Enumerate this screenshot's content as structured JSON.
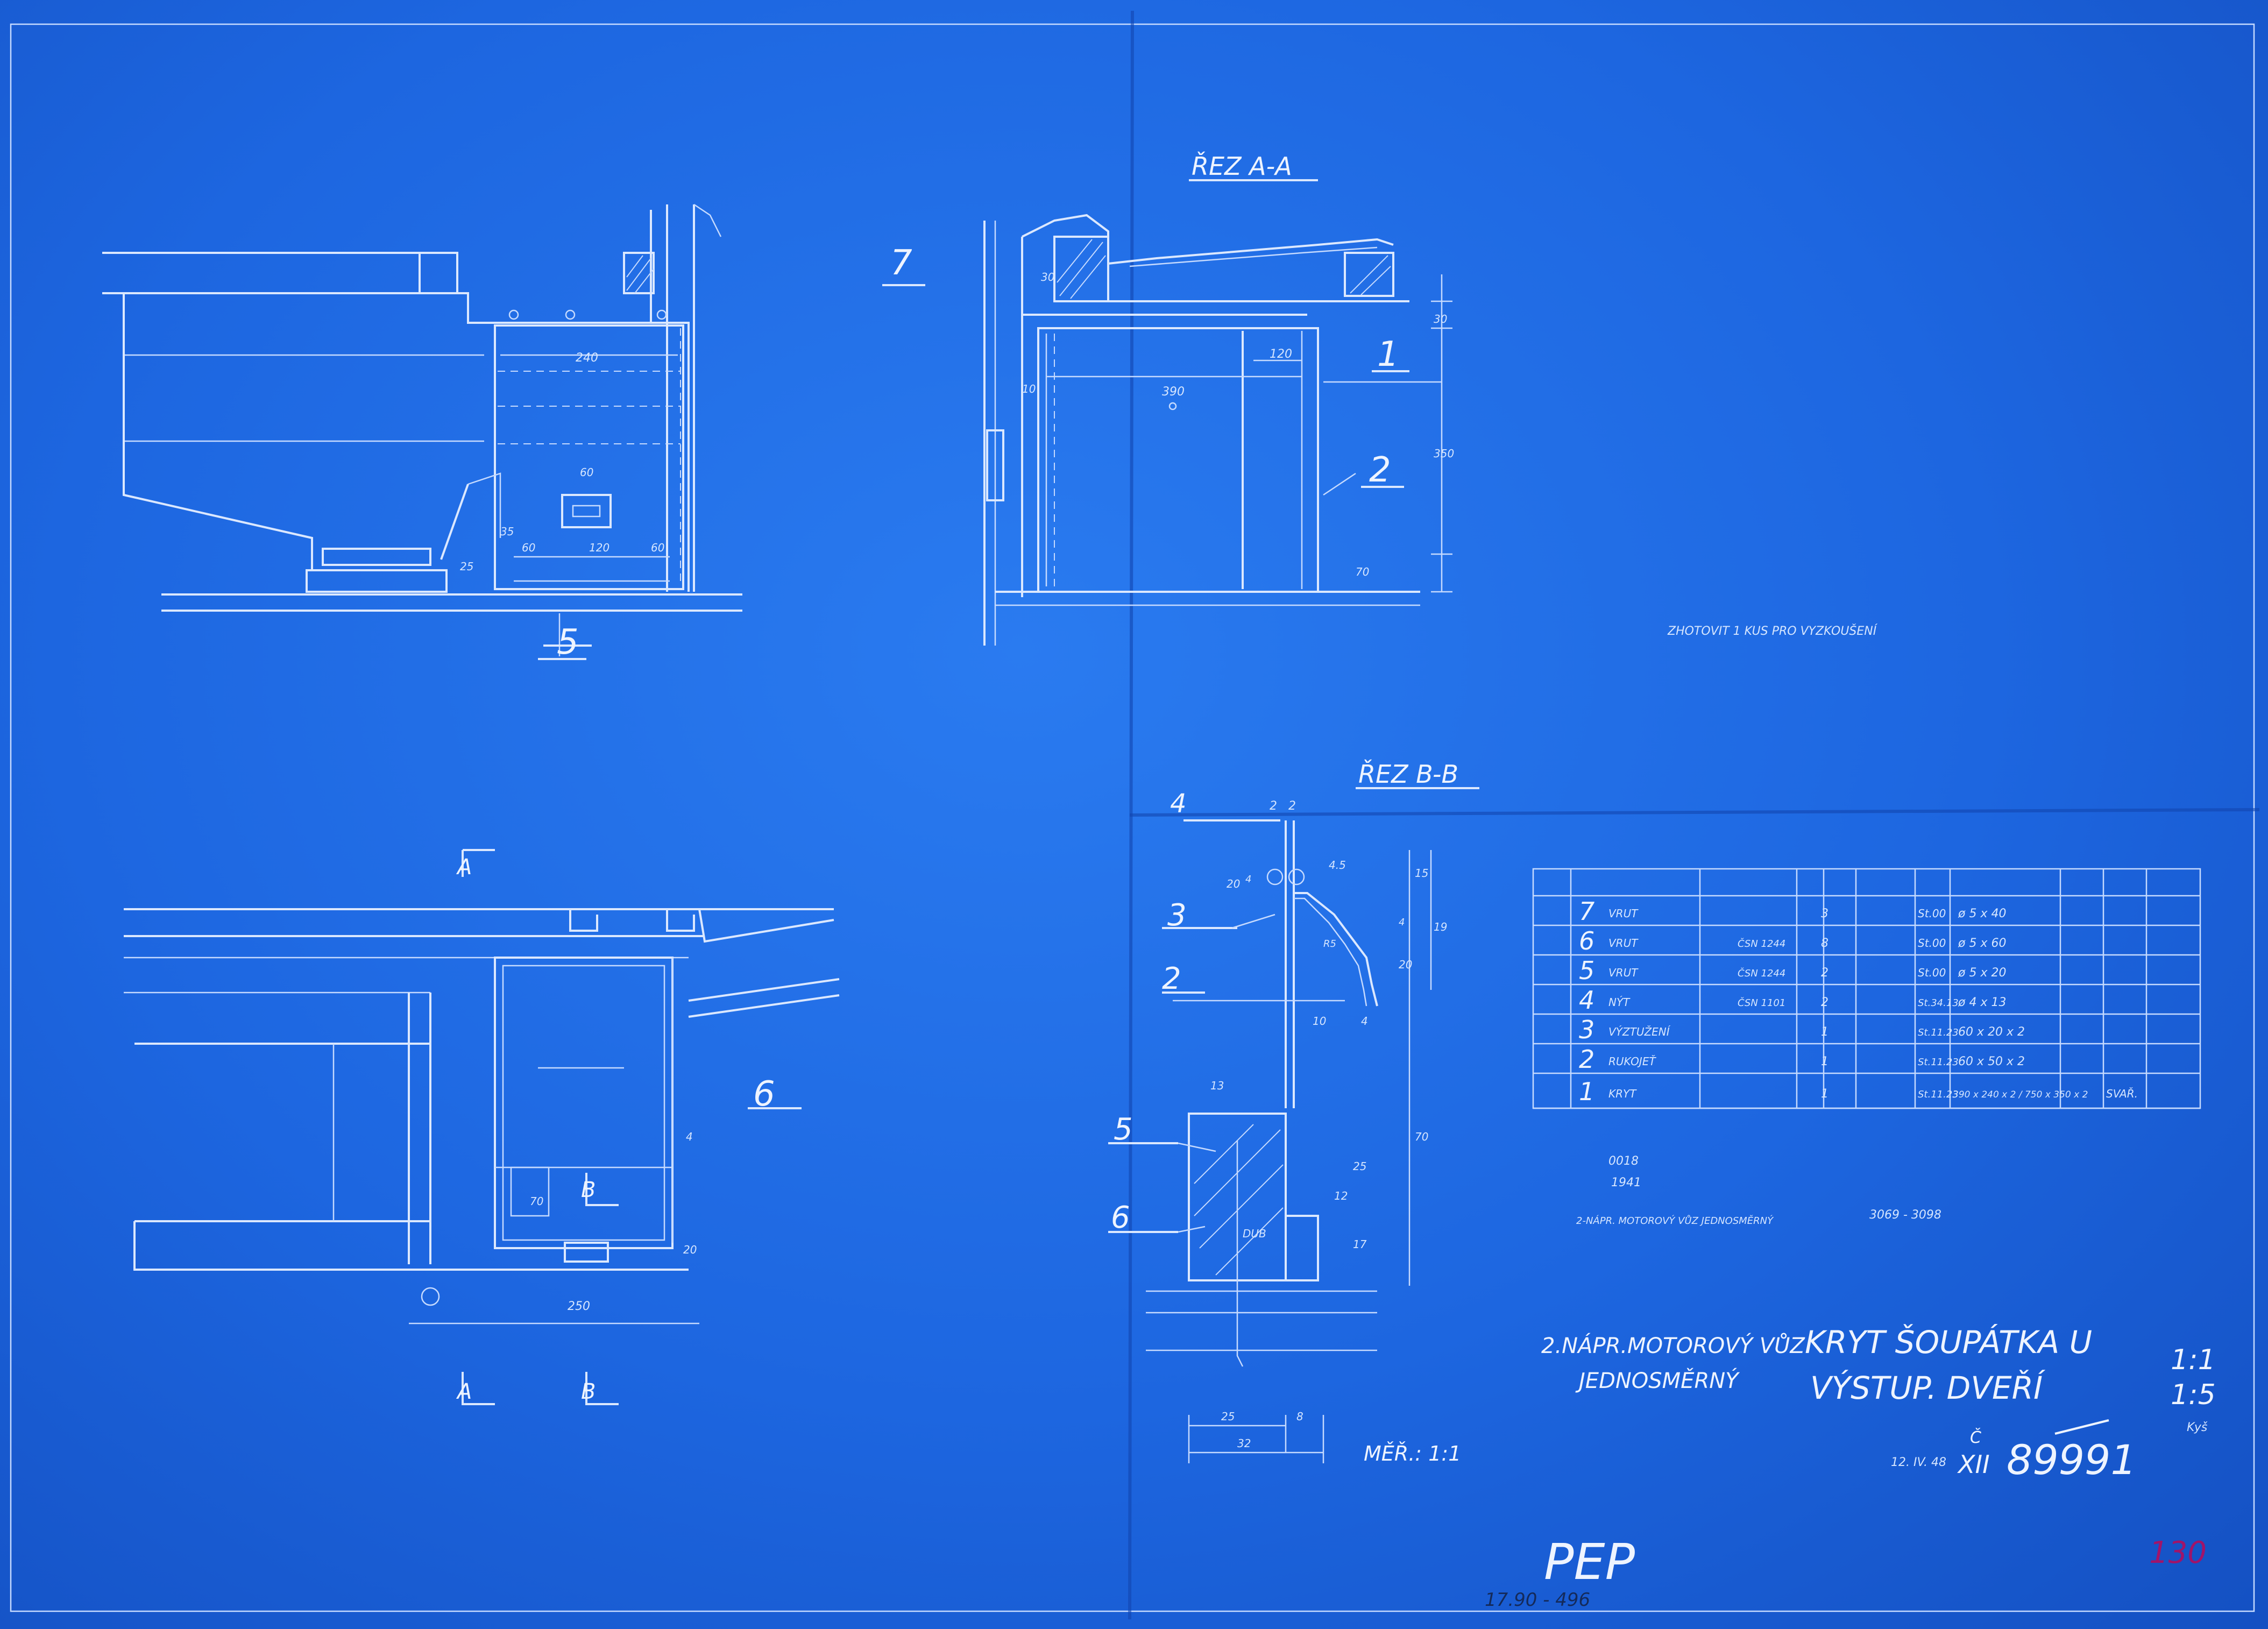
{
  "sheet": {
    "section_titles": {
      "aa": "ŘEZ A-A",
      "bb": "ŘEZ B-B"
    },
    "note": "ZHOTOVIT 1 KUS PRO VYZKOUŠENÍ",
    "scale_text": "MĚŘ.: 1:1",
    "stamp": "PEP",
    "archive_number": "17.90 - 496",
    "sheet_number": "130"
  },
  "top_left_view": {
    "part_label": "5",
    "dims": [
      "240",
      "60",
      "35",
      "60",
      "120",
      "60",
      "25"
    ]
  },
  "aa_view": {
    "part_labels": [
      "7",
      "1",
      "2"
    ],
    "dims": [
      "30",
      "120",
      "390",
      "10",
      "30",
      "350",
      "70"
    ]
  },
  "bottom_left_view": {
    "part_label": "6",
    "section_marks": [
      "A",
      "A",
      "B",
      "B"
    ],
    "dims": [
      "250",
      "20",
      "70",
      "4"
    ]
  },
  "bb_view": {
    "part_labels": [
      "4",
      "3",
      "2",
      "5",
      "6"
    ],
    "dims": [
      "2",
      "2",
      "20",
      "4",
      "4.5",
      "15",
      "19",
      "R5",
      "20",
      "4",
      "10",
      "4",
      "13",
      "70",
      "25",
      "12",
      "17",
      "25",
      "8",
      "32"
    ],
    "material_note": "DUB"
  },
  "parts_table": {
    "rows": [
      {
        "pos": "7",
        "name": "VRUT",
        "std": "",
        "qty": "3",
        "material": "St.00",
        "size": "ø 5 x 40",
        "note": ""
      },
      {
        "pos": "6",
        "name": "VRUT",
        "std": "ČSN 1244",
        "qty": "8",
        "material": "St.00",
        "size": "ø 5 x 60",
        "note": ""
      },
      {
        "pos": "5",
        "name": "VRUT",
        "std": "ČSN 1244",
        "qty": "2",
        "material": "St.00",
        "size": "ø 5 x 20",
        "note": ""
      },
      {
        "pos": "4",
        "name": "NÝT",
        "std": "ČSN 1101",
        "qty": "2",
        "material": "St.34.13",
        "size": "ø 4 x 13",
        "note": ""
      },
      {
        "pos": "3",
        "name": "VÝZTUŽENÍ",
        "std": "",
        "qty": "1",
        "material": "St.11.23",
        "size": "60 x 20 x 2",
        "note": ""
      },
      {
        "pos": "2",
        "name": "RUKOJEŤ",
        "std": "",
        "qty": "1",
        "material": "St.11.23",
        "size": "60 x 50 x 2",
        "note": ""
      },
      {
        "pos": "1",
        "name": "KRYT",
        "std": "",
        "qty": "1",
        "material": "St.11.23",
        "size": "390 x 240 x 2 / 750 x 350 x 2",
        "note": "SVAŘ."
      }
    ]
  },
  "under_table": {
    "code": "0018",
    "year": "1941",
    "vehicle_ref": "2-NÁPR. MOTOROVÝ VŮZ JEDNOSMĚRNÝ",
    "range": "3069 - 3098"
  },
  "title_block": {
    "vehicle_line1": "2.NÁPR.MOTOROVÝ VŮZ",
    "vehicle_line2": "JEDNOSMĚRNÝ",
    "title_line1": "KRYT ŠOUPÁTKA U",
    "title_line2": "VÝSTUP. DVEŘÍ",
    "scale1": "1:1",
    "scale2": "1:5",
    "signature": "Kyš",
    "date": "12. IV. 48",
    "class_prefix_top": "Č",
    "class_prefix": "XII",
    "drawing_number": "89991"
  },
  "colors": {
    "paper": "#1d66e0",
    "line": "#dbe8ff",
    "annotation_ink": "#a0146a"
  }
}
